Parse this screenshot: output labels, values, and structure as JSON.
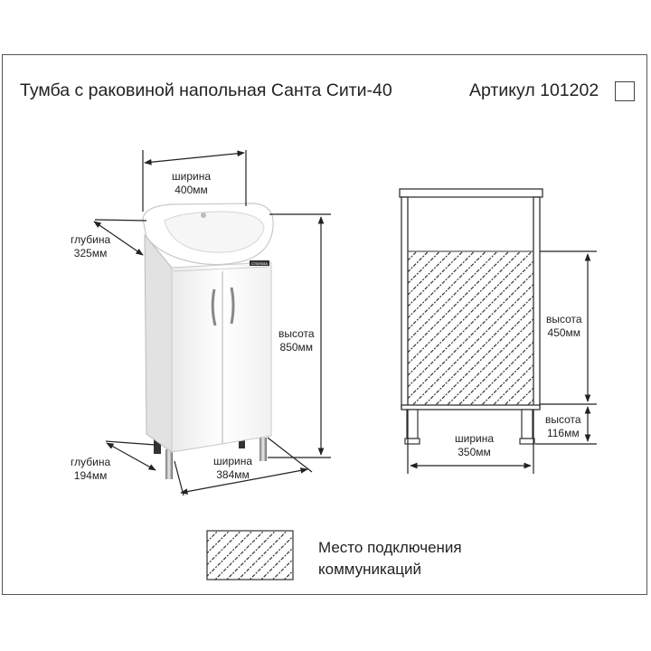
{
  "title": "Тумба с раковиной напольная Санта Сити-40",
  "article": "Артикул 101202",
  "left_view": {
    "width": {
      "label": "ширина",
      "value": "400мм"
    },
    "depth_top": {
      "label": "глубина",
      "value": "325мм"
    },
    "height": {
      "label": "высота",
      "value": "850мм"
    },
    "depth_bottom": {
      "label": "глубина",
      "value": "194мм"
    },
    "width_bottom": {
      "label": "ширина",
      "value": "384мм"
    },
    "sink_brand": "СТВУВЗА"
  },
  "right_view": {
    "height_zone": {
      "label": "высота",
      "value": "450мм"
    },
    "height_legs": {
      "label": "высота",
      "value": "116мм"
    },
    "width": {
      "label": "ширина",
      "value": "350мм"
    }
  },
  "legend": {
    "line1": "Место подключения",
    "line2": "коммуникаций"
  }
}
